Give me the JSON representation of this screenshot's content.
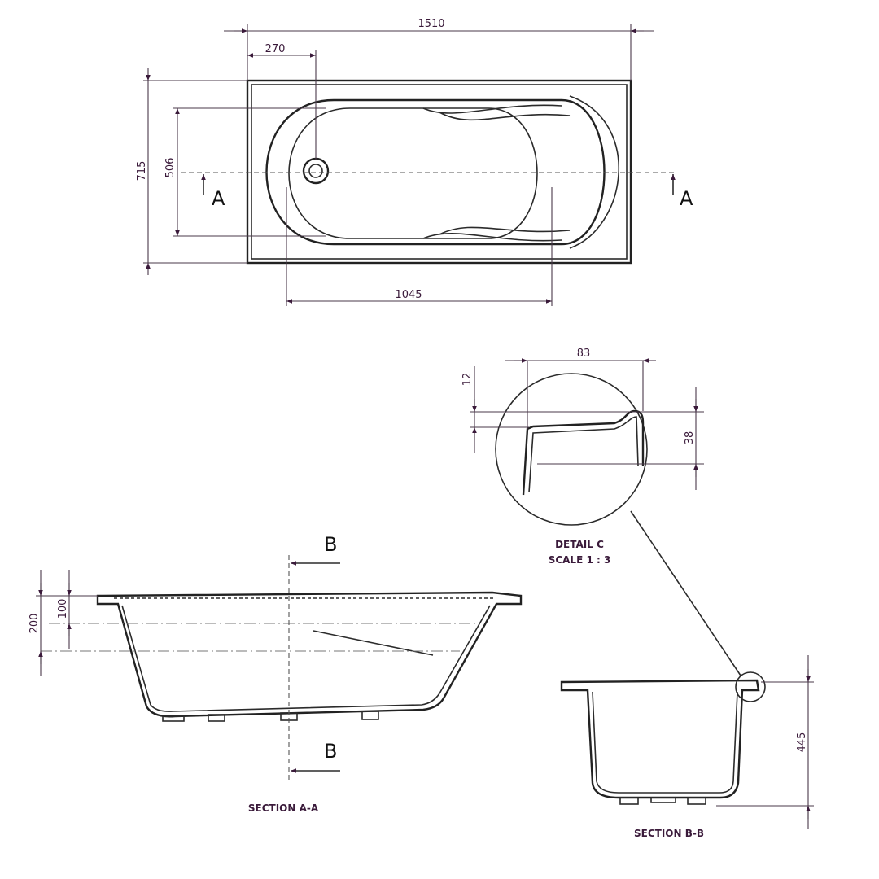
{
  "top_view": {
    "dimensions": {
      "overall_length": "1510",
      "drain_offset": "270",
      "overall_width": "715",
      "basin_width": "506",
      "basin_length": "1045"
    },
    "section_marker": "A"
  },
  "section_a": {
    "title": "SECTION A-A",
    "dimensions": {
      "depth_200": "200",
      "depth_100": "100"
    },
    "section_marker": "B"
  },
  "section_b": {
    "title": "SECTION B-B",
    "dimensions": {
      "height": "445"
    }
  },
  "detail_c": {
    "title": "DETAIL C",
    "scale": "SCALE 1 : 3",
    "dimensions": {
      "rim_width": "83",
      "rim_step": "12",
      "rim_depth": "38"
    }
  },
  "colors": {
    "dimension_text": "#3a1a3a",
    "lines": "#2b2b2b"
  }
}
